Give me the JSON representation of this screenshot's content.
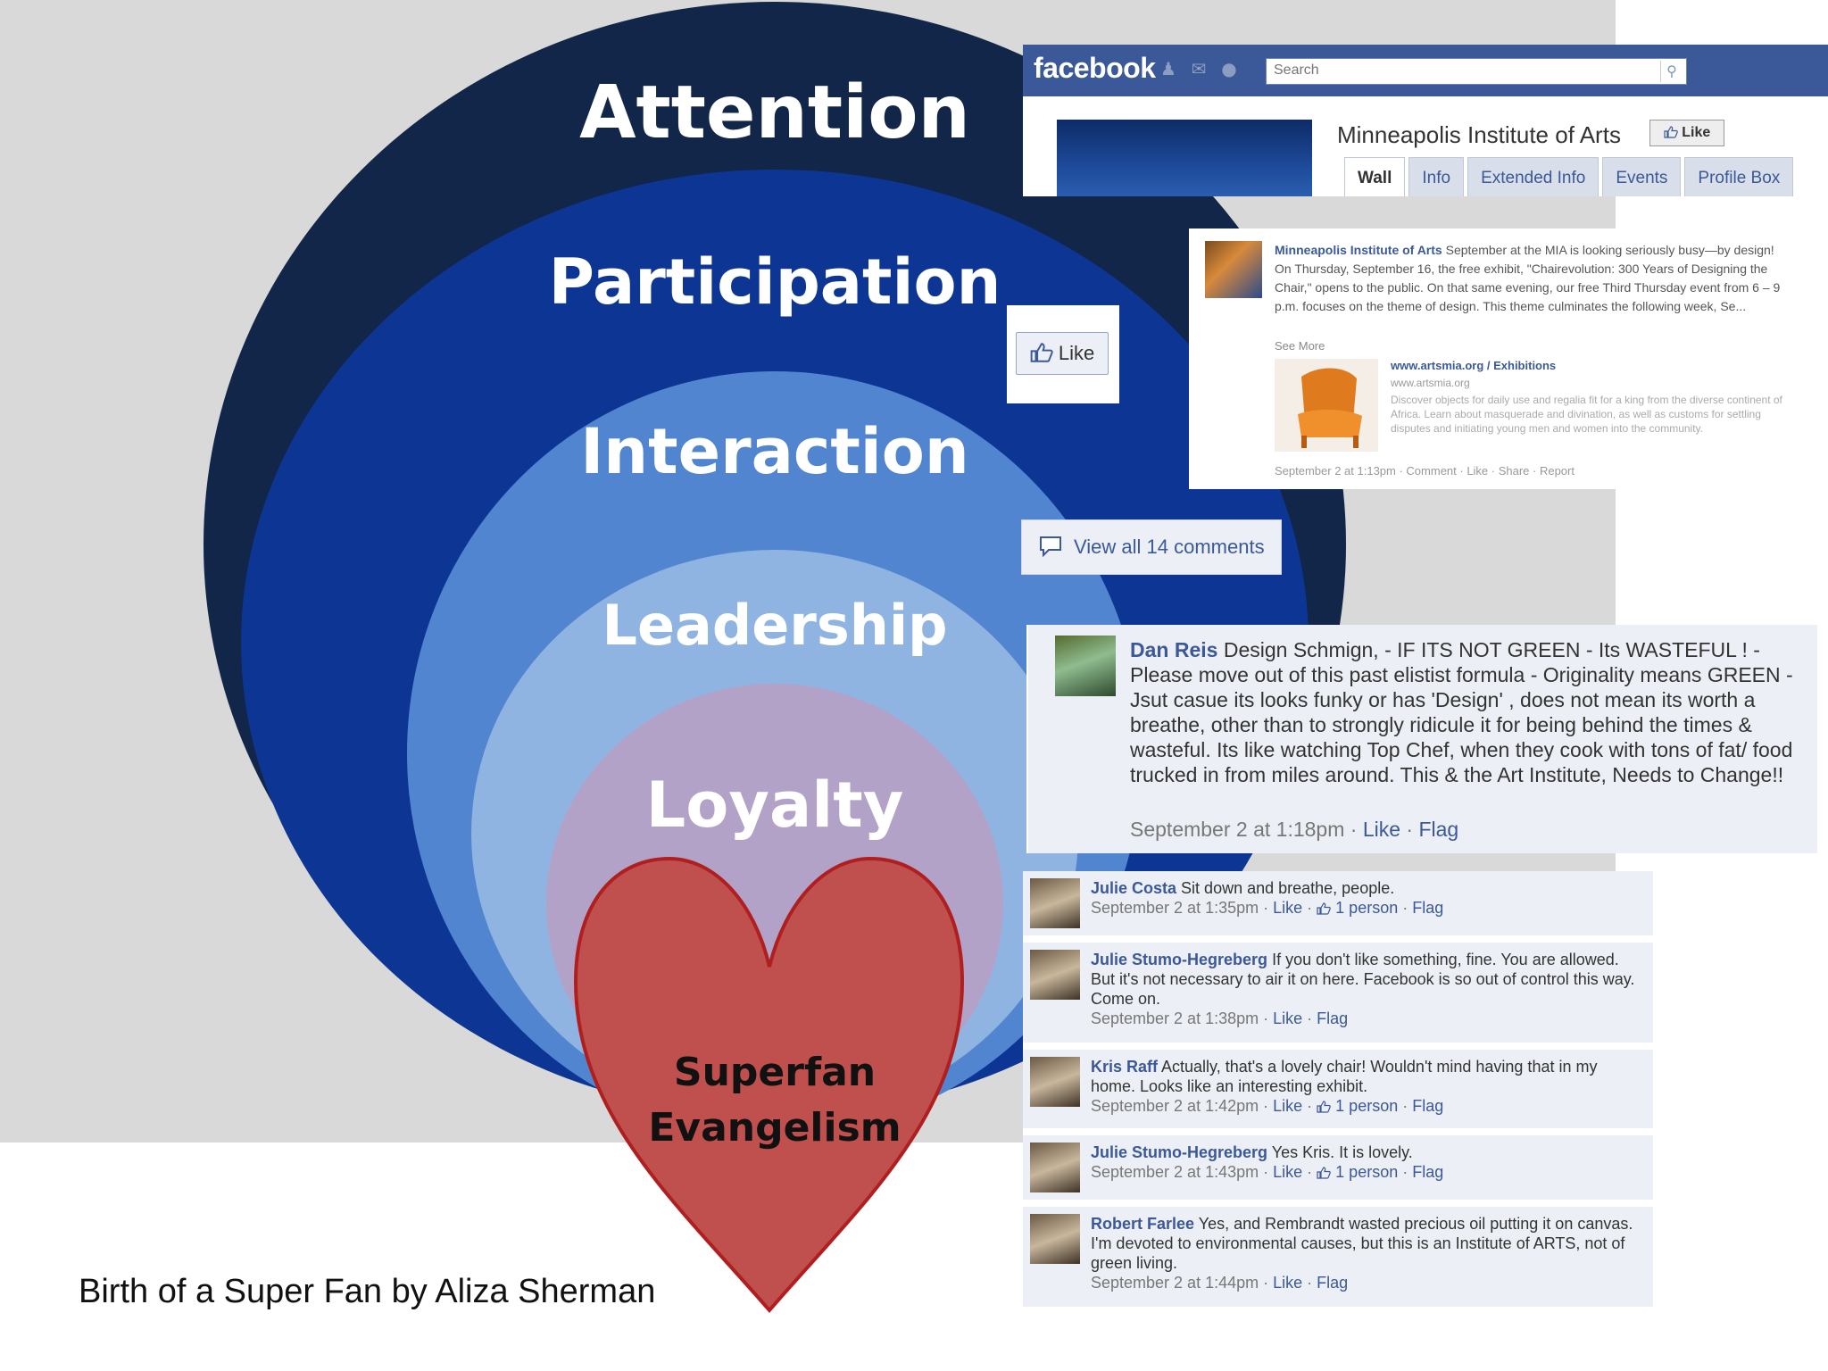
{
  "diagram": {
    "rings": [
      {
        "label": "Attention",
        "color": "#12264a"
      },
      {
        "label": "Participation",
        "color": "#0d3594"
      },
      {
        "label": "Interaction",
        "color": "#5185d0"
      },
      {
        "label": "Leadership",
        "color": "#8fb4e2"
      },
      {
        "label": "Loyalty",
        "color": "#b3a2c8"
      }
    ],
    "heart": {
      "line1": "Superfan",
      "line2": "Evangelism",
      "color": "#c0504d",
      "stroke": "#b01f1f"
    }
  },
  "caption": "Birth of a Super Fan by Aliza Sherman",
  "facebook": {
    "logo": "facebook",
    "search_placeholder": "Search",
    "page_name": "Minneapolis Institute of Arts",
    "like_label": "Like",
    "tabs": [
      "Wall",
      "Info",
      "Extended Info",
      "Events",
      "Profile Box"
    ],
    "brand_color": "#3b5998"
  },
  "post": {
    "author": "Minneapolis Institute of Arts",
    "body": "September at the MIA is looking seriously busy—by design! On Thursday, September 16, the free exhibit, \"Chairevolution: 300 Years of Designing the Chair,\" opens to the public. On that same evening, our free Third Thursday event from 6 – 9 p.m. focuses on the theme of design. This theme culminates the following week, Se...",
    "see_more": "See More",
    "link_title": "www.artsmia.org / Exhibitions",
    "link_url": "www.artsmia.org",
    "link_desc": "Discover objects for daily use and regalia fit for a king from the diverse continent of Africa. Learn about masquerade and divination, as well as customs for settling disputes and initiating young men and women into the community.",
    "meta": "September 2 at 1:13pm · Comment · Like · Share · Report"
  },
  "like_float": "Like",
  "view_all": "View all 14 comments",
  "dan": {
    "name": "Dan Reis",
    "text": "Design Schmign, - IF ITS NOT GREEN - Its WASTEFUL ! - Please move out of this past elistist formula - Originality means GREEN - Jsut casue its looks funky or has 'Design' , does not mean its worth a breathe, other than to strongly ridicule it for being behind the times & wasteful. Its like watching Top Chef, when they cook with tons of fat/ food trucked in from miles around. This & the Art Institute, Needs to Change!!",
    "time": "September 2 at 1:18pm",
    "like": "Like",
    "flag": "Flag"
  },
  "comments": [
    {
      "name": "Julie Costa",
      "text": "Sit down and breathe, people.",
      "time": "September 2 at 1:35pm",
      "like": "Like",
      "people": "1 person",
      "flag": "Flag"
    },
    {
      "name": "Julie Stumo-Hegreberg",
      "text": "If you don't like something, fine. You are allowed. But it's not necessary to air it on here. Facebook is so out of control this way. Come on.",
      "time": "September 2 at 1:38pm",
      "like": "Like",
      "people": "",
      "flag": "Flag"
    },
    {
      "name": "Kris Raff",
      "text": "Actually, that's a lovely chair! Wouldn't mind having that in my home. Looks like an interesting exhibit.",
      "time": "September 2 at 1:42pm",
      "like": "Like",
      "people": "1 person",
      "flag": "Flag"
    },
    {
      "name": "Julie Stumo-Hegreberg",
      "text": "Yes Kris. It is lovely.",
      "time": "September 2 at 1:43pm",
      "like": "Like",
      "people": "1 person",
      "flag": "Flag"
    },
    {
      "name": "Robert Farlee",
      "text": "Yes, and Rembrandt wasted precious oil putting it on canvas. I'm devoted to environmental causes, but this is an Institute of ARTS, not of green living.",
      "time": "September 2 at 1:44pm",
      "like": "Like",
      "people": "",
      "flag": "Flag"
    }
  ]
}
